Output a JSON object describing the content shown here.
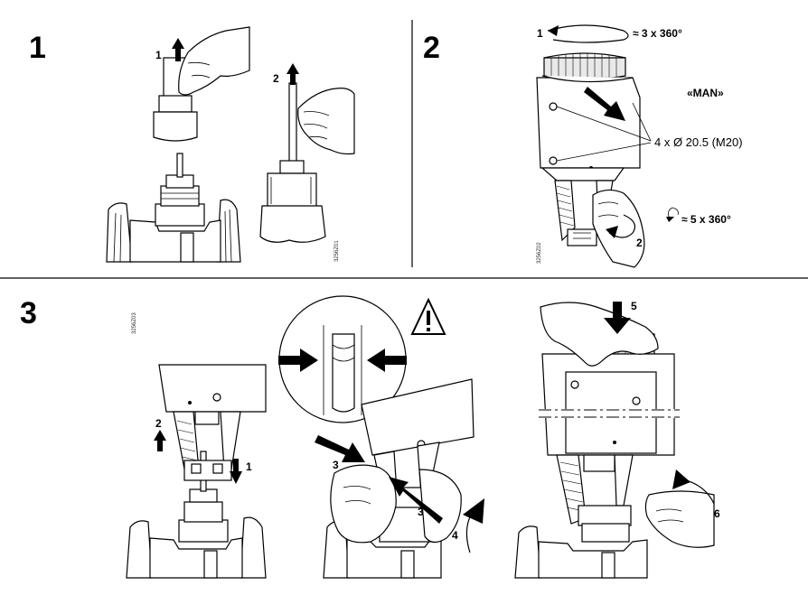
{
  "steps": {
    "s1": {
      "number": "1",
      "arrow1": "1",
      "arrow2": "2",
      "code": "3256Z01"
    },
    "s2": {
      "number": "2",
      "arrow1": "1",
      "rot1": "≈ 3 x 360°",
      "man": "«MAN»",
      "holes": "4 x Ø 20.5 (M20)",
      "rot2": "≈ 5 x 360°",
      "arrow2": "2",
      "code": "3256Z02"
    },
    "s3": {
      "number": "3",
      "code": "3256Z03",
      "a1": "1",
      "a2": "2",
      "a3a": "3",
      "a3b": "3",
      "a4": "4",
      "a5": "5",
      "a6": "6"
    }
  }
}
